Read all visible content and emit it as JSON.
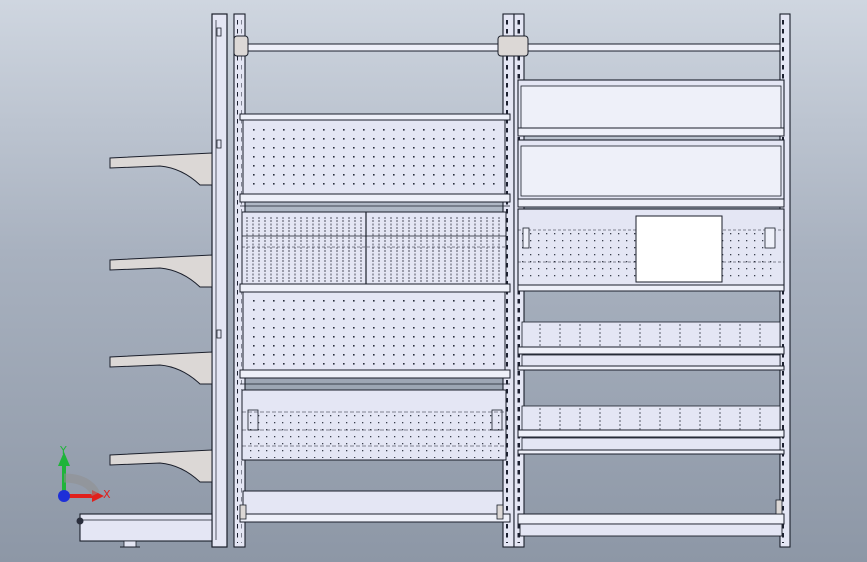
{
  "viewport": {
    "background_top": "#cfd6e0",
    "background_bottom": "#8d97a6"
  },
  "model": {
    "component": "gondola-shelving-unit",
    "view": "front"
  },
  "triad": {
    "x_label": "X",
    "y_label": "Y",
    "x_color": "#e0201c",
    "y_color": "#1fb43a",
    "z_color": "#1d2fd8"
  },
  "colors": {
    "line": "#1a1e2a",
    "fill": "#e4e6f4",
    "fill_light": "#eef0f9",
    "bracket_fill": "#dcd8d6",
    "label_fill": "#ffffff"
  }
}
